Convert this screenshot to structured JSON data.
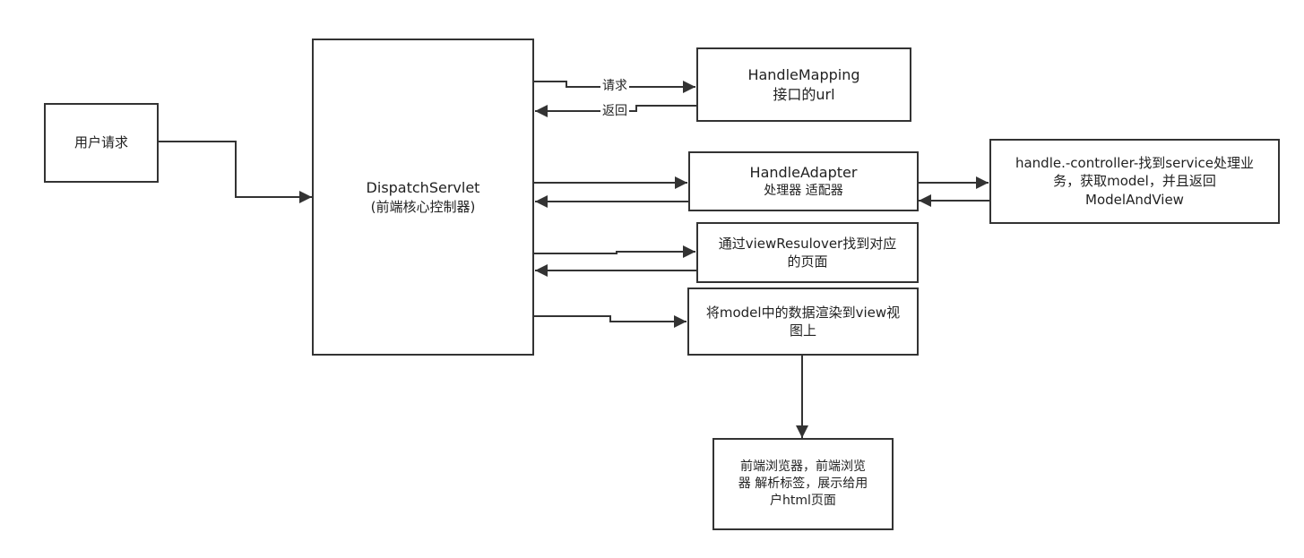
{
  "nodes": {
    "user_request": {
      "text": "用户请求"
    },
    "dispatch": {
      "line1": "DispatchServlet",
      "line2": "(前端核心控制器)"
    },
    "handle_mapping": {
      "line1": "HandleMapping",
      "line2": "接口的url"
    },
    "handle_adapter": {
      "line1": "HandleAdapter",
      "line2": "处理器 适配器"
    },
    "controller": {
      "line1": "handle.-controller-找到service处理业",
      "line2": "务，获取model，并且返回",
      "line3": "ModelAndView"
    },
    "view_resolver": {
      "line1": "通过viewResulover找到对应",
      "line2": "的页面"
    },
    "render": {
      "line1": "将model中的数据渲染到view视",
      "line2": "图上"
    },
    "browser": {
      "line1": "前端浏览器，前端浏览",
      "line2": "器 解析标签，展示给用",
      "line3": "户html页面"
    }
  },
  "edges": {
    "request_label": "请求",
    "return_label": "返回"
  }
}
